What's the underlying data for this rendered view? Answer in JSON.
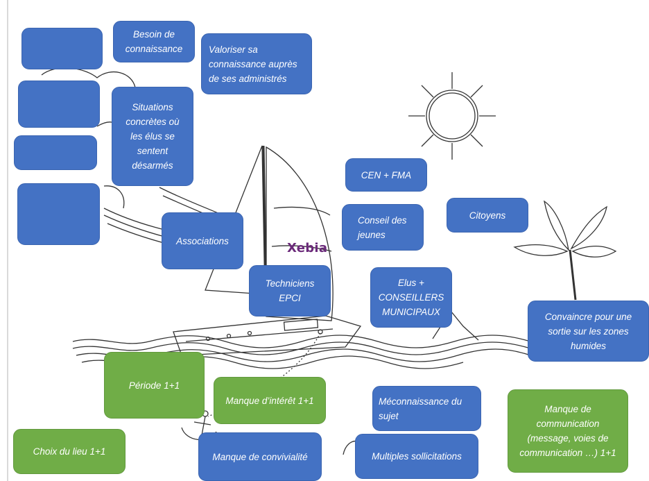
{
  "notes": {
    "blank_1": "",
    "blank_2": "",
    "blank_3": "",
    "blank_4": "",
    "besoin": "Besoin de\nconnaissance",
    "valoriser": "Valoriser sa\nconnaissance auprès\nde ses administrés",
    "situations": "Situations\nconcrètes où\nles élus se\nsentent\ndésarmés",
    "associations": "Associations",
    "cen_fma": "CEN + FMA",
    "conseil_jeunes": "Conseil des\njeunes",
    "citoyens": "Citoyens",
    "techniciens": "Techniciens\nEPCI",
    "elus": "Elus +\nCONSEILLERS\nMUNICIPAUX",
    "convaincre": "Convaincre pour une\nsortie sur les zones\nhumides",
    "periode": "Période 1+1",
    "manque_interet": "Manque d’intérêt 1+1",
    "meconnaissance": "Méconnaissance du\nsujet",
    "manque_communication": "Manque de\ncommunication\n(message, voies de\ncommunication …) 1+1",
    "choix_lieu": "Choix du lieu 1+1",
    "convivialite": "Manque de convivialité",
    "sollicitations": "Multiples sollicitations"
  },
  "logo": "Xebia",
  "colors": {
    "note_blue": "#4472c4",
    "note_green": "#70ad47",
    "logo_purple": "#6b2a7a"
  }
}
